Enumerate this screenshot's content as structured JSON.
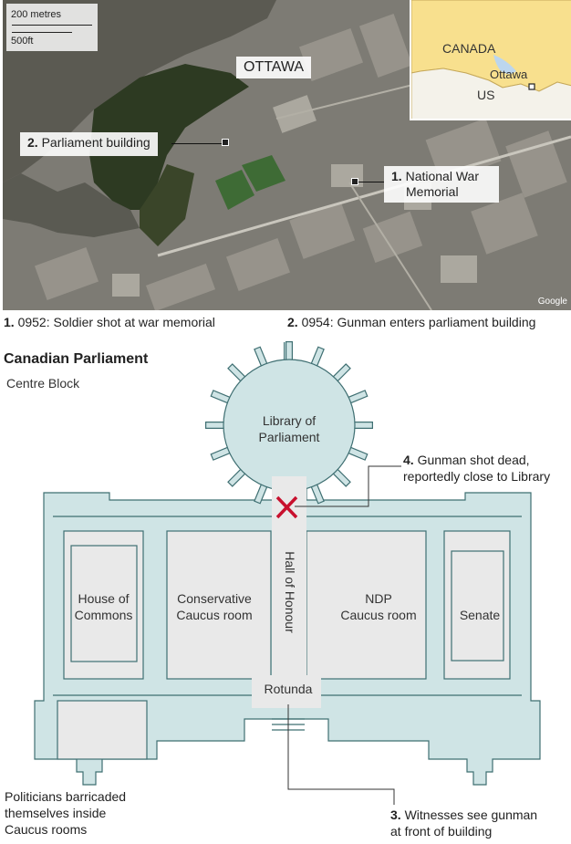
{
  "map": {
    "scale_metric": "200 metres",
    "scale_imperial": "500ft",
    "city_label": "OTTAWA",
    "attribution": "Google",
    "inset": {
      "country_label": "CANADA",
      "city_label": "Ottawa",
      "neighbor_label": "US"
    },
    "markers": [
      {
        "number": "2.",
        "line1": "Parliament building",
        "line2": ""
      },
      {
        "number": "1.",
        "line1": "National War",
        "line2": "Memorial"
      }
    ]
  },
  "captions": [
    {
      "number": "1.",
      "text": "0952: Soldier shot at war memorial"
    },
    {
      "number": "2.",
      "text": "0954: Gunman enters parliament building"
    }
  ],
  "plan": {
    "title": "Canadian Parliament",
    "subtitle": "Centre Block",
    "rooms": {
      "library_line1": "Library of",
      "library_line2": "Parliament",
      "house_line1": "House of",
      "house_line2": "Commons",
      "conservative_line1": "Conservative",
      "conservative_line2": "Caucus room",
      "ndp_line1": "NDP",
      "ndp_line2": "Caucus room",
      "senate": "Senate",
      "hall": "Hall of Honour",
      "rotunda": "Rotunda"
    },
    "events": [
      {
        "number": "4.",
        "line1": "Gunman shot dead,",
        "line2": "reportedly close to Library"
      },
      {
        "number": "3.",
        "line1": "Witnesses see gunman",
        "line2": "at front of building"
      }
    ],
    "note_lines": [
      "Politicians barricaded",
      "themselves inside",
      "Caucus rooms"
    ]
  },
  "colors": {
    "floor_fill": "#cfe4e5",
    "room_fill": "#e9e9e9",
    "wall_line": "#3f6f72",
    "shot_marker": "#c8102e",
    "river": "#5b5a52",
    "inset_land": "#f8e08e",
    "inset_water": "#bcd6ee"
  }
}
